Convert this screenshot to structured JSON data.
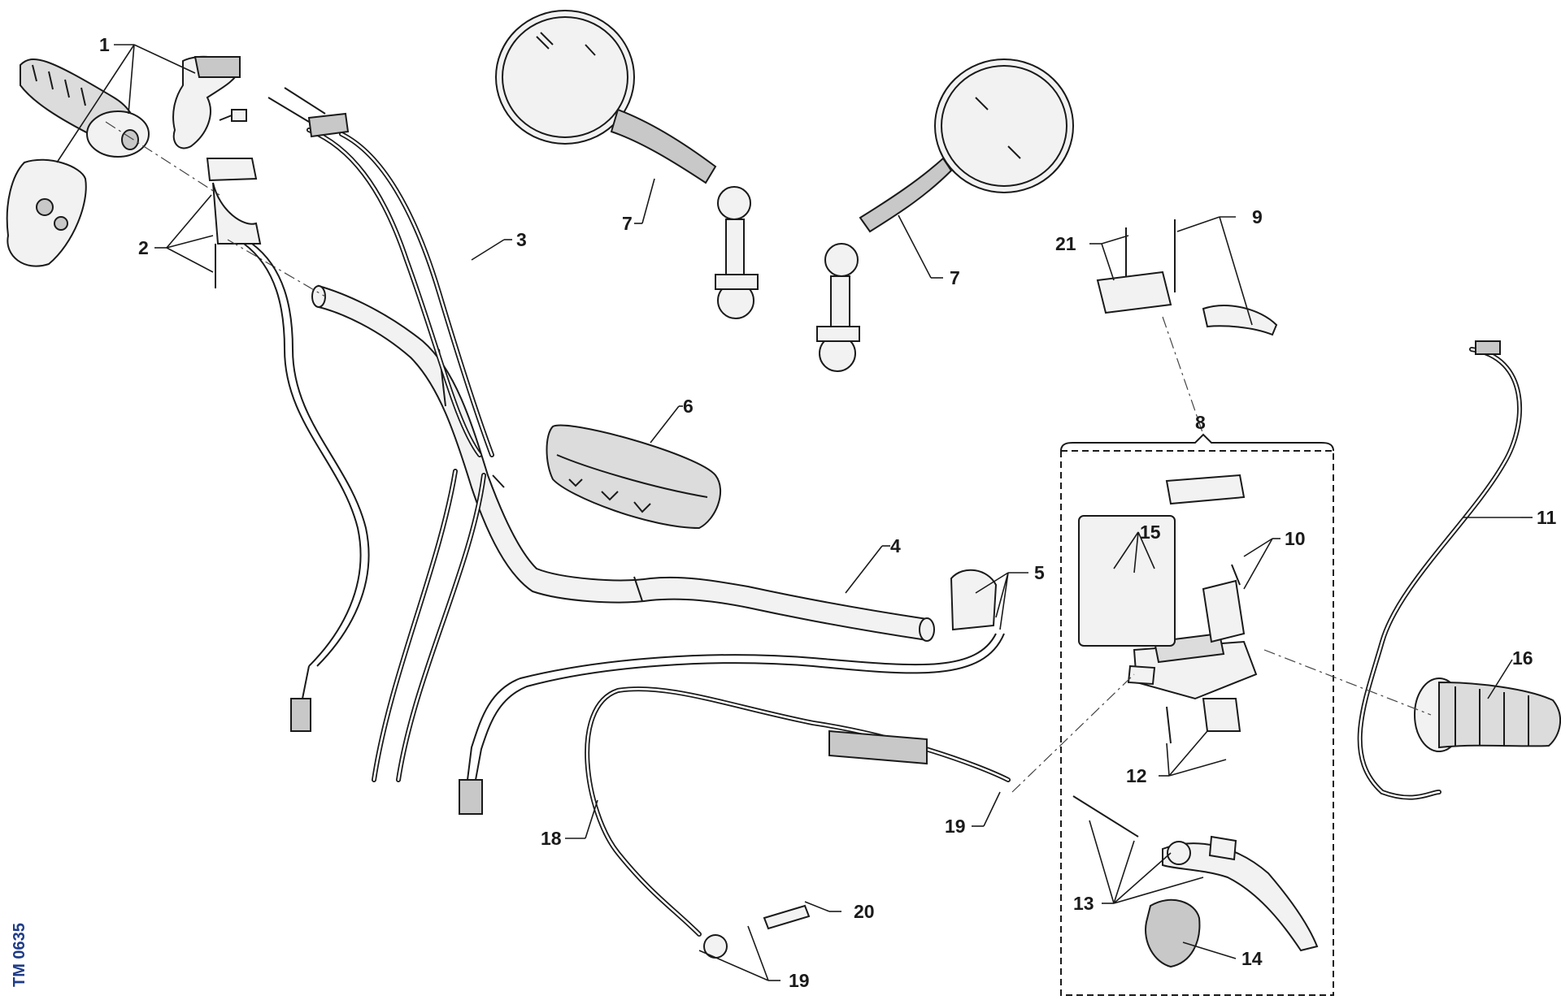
{
  "figure": {
    "reference_code": "TM 0635"
  },
  "callouts": [
    {
      "id": "c1",
      "label": "1"
    },
    {
      "id": "c2",
      "label": "2"
    },
    {
      "id": "c3",
      "label": "3"
    },
    {
      "id": "c4",
      "label": "4"
    },
    {
      "id": "c5",
      "label": "5"
    },
    {
      "id": "c6",
      "label": "6"
    },
    {
      "id": "c7a",
      "label": "7"
    },
    {
      "id": "c7b",
      "label": "7"
    },
    {
      "id": "c8",
      "label": "8"
    },
    {
      "id": "c9",
      "label": "9"
    },
    {
      "id": "c10",
      "label": "10"
    },
    {
      "id": "c11",
      "label": "11"
    },
    {
      "id": "c12",
      "label": "12"
    },
    {
      "id": "c13",
      "label": "13"
    },
    {
      "id": "c14",
      "label": "14"
    },
    {
      "id": "c15",
      "label": "15"
    },
    {
      "id": "c16",
      "label": "16"
    },
    {
      "id": "c18",
      "label": "18"
    },
    {
      "id": "c19a",
      "label": "19"
    },
    {
      "id": "c19b",
      "label": "19"
    },
    {
      "id": "c20",
      "label": "20"
    },
    {
      "id": "c21",
      "label": "21"
    }
  ],
  "icons": [
    "throttle-grip-icon",
    "mirror-icon",
    "brake-lever-icon",
    "master-cylinder-icon",
    "handlebar-icon",
    "cable-icon",
    "bolt-icon"
  ]
}
